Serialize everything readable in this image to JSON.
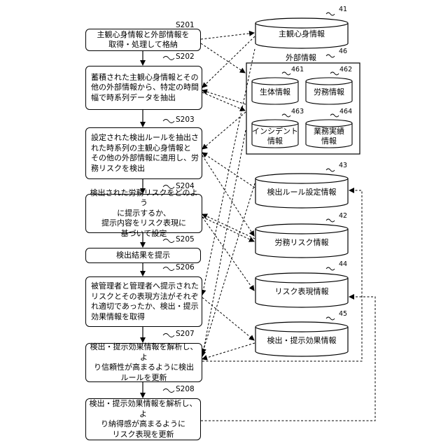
{
  "steps": [
    {
      "id": "S201",
      "text": "主観心身情報と外部情報を\n取得・処理して格納"
    },
    {
      "id": "S202",
      "text": "蓄積された主観心身情報とその\n他の外部情報から、特定の時間\n幅で時系列データを抽出"
    },
    {
      "id": "S203",
      "text": "設定された検出ルールを抽出さ\nれた時系列の主観心身情報と\nその他の外部情報に適用し、労\n務リスクを検出"
    },
    {
      "id": "S204",
      "text": "検出された労務リスクをどのよう\nに提示するか、\n提示内容をリスク表現に\n基づいて設定"
    },
    {
      "id": "S205",
      "text": "検出結果を提示"
    },
    {
      "id": "S206",
      "text": "被管理者と管理者へ提示された\nリスクとその表現方法がそれぞ\nれ適切であったか、検出・提示\n効果情報を取得"
    },
    {
      "id": "S207",
      "text": "検出・提示効果情報を解析し、よ\nり信頼性が高まるように検出\nルールを更新"
    },
    {
      "id": "S208",
      "text": "検出・提示効果情報を解析し、よ\nり納得感が高まるように\nリスク表現を更新"
    }
  ],
  "databases": [
    {
      "num": "41",
      "label": "主観心身情報"
    },
    {
      "num": "43",
      "label": "検出ルール設定情報"
    },
    {
      "num": "42",
      "label": "労務リスク情報"
    },
    {
      "num": "44",
      "label": "リスク表現情報"
    },
    {
      "num": "45",
      "label": "検出・提示効果情報"
    }
  ],
  "external": {
    "num": "46",
    "label": "外部情報",
    "items": [
      {
        "num": "461",
        "label": "生体情報"
      },
      {
        "num": "462",
        "label": "労務情報"
      },
      {
        "num": "463",
        "label": "インシデント\n情報"
      },
      {
        "num": "464",
        "label": "業務実績\n情報"
      }
    ]
  }
}
